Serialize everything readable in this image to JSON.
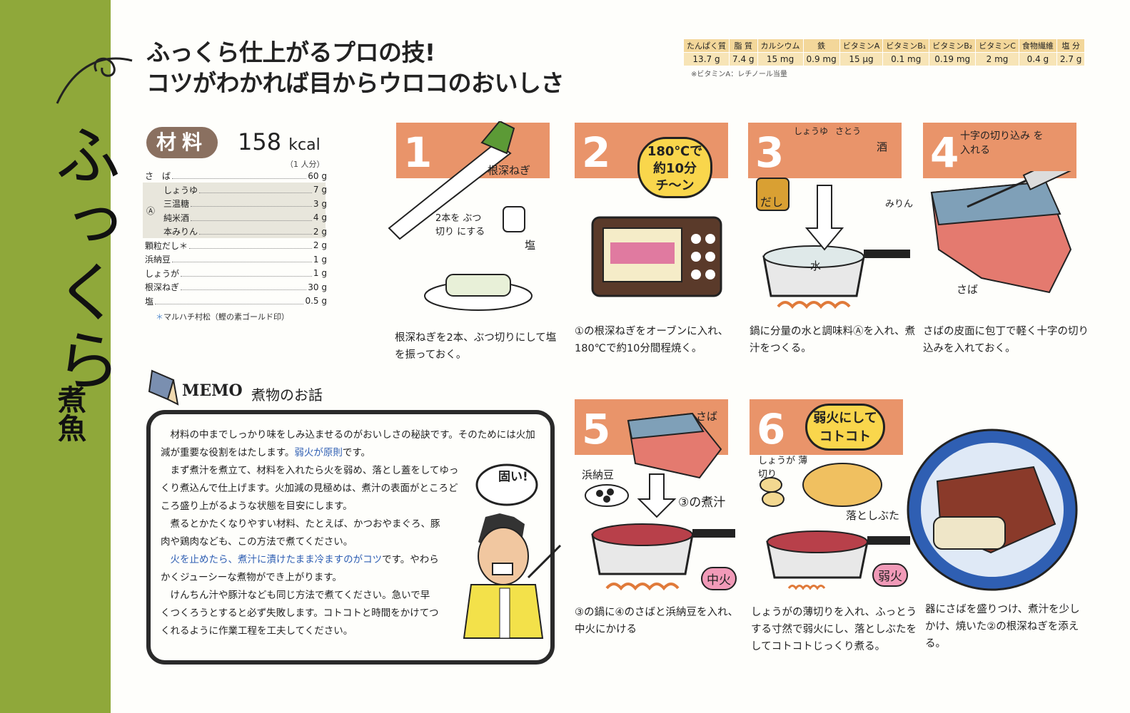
{
  "vertical_title": "ふっくら",
  "vertical_sub": "煮魚",
  "headline": {
    "line1": "ふっくら仕上がるプロの技!",
    "line2": "コツがわかれば目からウロコのおいしさ"
  },
  "nutrition": {
    "headers": [
      "たんぱく質",
      "脂 質",
      "カルシウム",
      "鉄",
      "ビタミンA",
      "ビタミンB₁",
      "ビタミンB₂",
      "ビタミンC",
      "食物繊維",
      "塩 分"
    ],
    "values": [
      "13.7 g",
      "7.4 g",
      "15 mg",
      "0.9 mg",
      "15 μg",
      "0.1 mg",
      "0.19 mg",
      "2 mg",
      "0.4 g",
      "2.7 g"
    ],
    "note": "※ビタミンA：レチノール当量"
  },
  "ingredients": {
    "badge": "材料",
    "kcal_value": "158",
    "kcal_unit": "kcal",
    "serving": "（1 人分）",
    "sauce_mark": "Ⓐ",
    "items": [
      {
        "name": "さ　ば",
        "amount": "60 g"
      },
      {
        "name": "しょうゆ",
        "amount": "7 g"
      },
      {
        "name": "三温糖",
        "amount": "3 g"
      },
      {
        "name": "純米酒",
        "amount": "4 g"
      },
      {
        "name": "本みりん",
        "amount": "2 g"
      },
      {
        "name": "顆粒だし＊",
        "amount": "2 g"
      },
      {
        "name": "浜納豆",
        "amount": "1 g"
      },
      {
        "name": "しょうが",
        "amount": "1 g"
      },
      {
        "name": "根深ねぎ",
        "amount": "30 g"
      },
      {
        "name": "塩",
        "amount": "0.5 g"
      }
    ],
    "note_star": "＊",
    "note": "マルハチ村松（鰹の素ゴールド印）"
  },
  "memo": {
    "title": "MEMO",
    "subtitle": "煮物のお話",
    "p1a": "材料の中までしっかり味をしみ込ませるのがおいしさの秘訣です。そのためには火加減が重要な役割をはたします。",
    "p1b": "弱火が原則",
    "p1c": "です。",
    "p2": "まず煮汁を煮立て、材料を入れたら火を弱め、落とし蓋をしてゆっくり煮込んで仕上げます。火加減の見極めは、煮汁の表面がところどころ盛り上がるような状態を目安にします。",
    "p3": "煮るとかたくなりやすい材料、たとえば、かつおやまぐろ、豚肉や鶏肉なども、この方法で煮てください。",
    "p4a": "火を止めたら、煮汁に漬けたまま冷ますのがコツ",
    "p4b": "です。やわらかくジューシーな煮物ができ上がります。",
    "p5": "けんちん汁や豚汁なども同じ方法で煮てください。急いで早くつくろうとすると必ず失敗します。コトコトと時間をかけてつくれるように作業工程を工夫してください。",
    "speech": "固い!"
  },
  "steps": [
    {
      "num": "1",
      "caption": "根深ねぎを2本、ぶつ切りにして塩を振っておく。",
      "labels": [
        "根深ねぎ",
        "2本を ぶつ切り にする",
        "塩"
      ]
    },
    {
      "num": "2",
      "caption": "①の根深ねぎをオーブンに入れ、180℃で約10分間程焼く。",
      "bubble": "180℃で 約10分 チ〜ン"
    },
    {
      "num": "3",
      "caption": "鍋に分量の水と調味料Ⓐを入れ、煮汁をつくる。",
      "labels": [
        "しょうゆ",
        "さとう",
        "酒",
        "みりん",
        "だし",
        "水"
      ]
    },
    {
      "num": "4",
      "caption": "さばの皮面に包丁で軽く十字の切り込みを入れておく。",
      "labels": [
        "十字の切り込み を入れる",
        "さば"
      ]
    },
    {
      "num": "5",
      "caption": "③の鍋に④のさばと浜納豆を入れ、中火にかける",
      "labels": [
        "さば",
        "浜納豆",
        "③の煮汁",
        "中火"
      ]
    },
    {
      "num": "6",
      "caption": "しょうがの薄切りを入れ、ふっとうする寸然で弱火にし、落としぶたをしてコトコトじっくり煮る。",
      "bubble": "弱火にして コトコト",
      "labels": [
        "しょうが 薄切り",
        "落としぶた",
        "弱火"
      ]
    },
    {
      "caption": "器にさばを盛りつけ、煮汁を少しかけ、焼いた②の根深ねぎを添える。"
    }
  ],
  "colors": {
    "band": "#8fa83a",
    "step_num_bg": "#e9946a",
    "bubble": "#f9d64c",
    "memo_blue": "#2f5fb3"
  }
}
